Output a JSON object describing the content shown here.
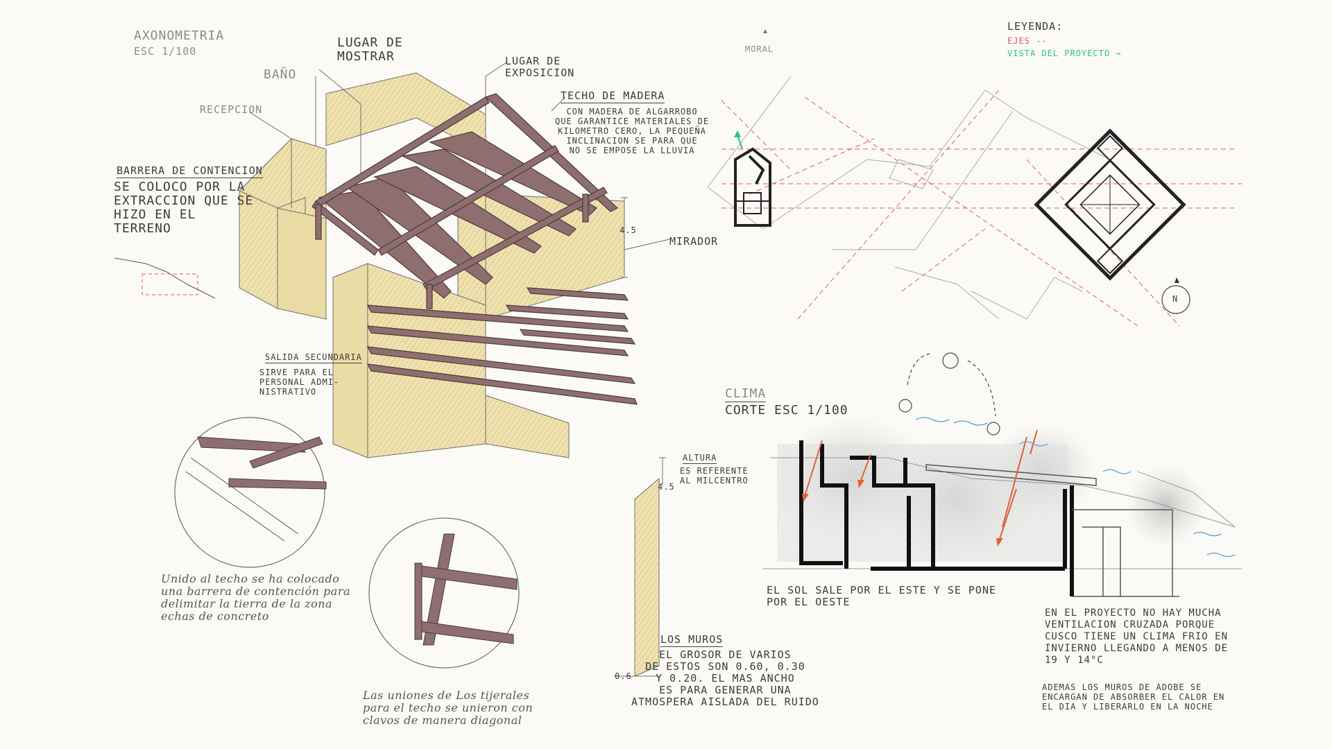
{
  "axonometry": {
    "title": "AXONOMETRIA",
    "scale": "ESC 1/100",
    "labels": {
      "bano": "BAÑO",
      "lugar_mostrar": "LUGAR DE\nMOSTRAR",
      "lugar_exposicion": "LUGAR DE\nEXPOSICION",
      "recepcion": "RECEPCION",
      "mirador": "MIRADOR",
      "height": "4.5"
    },
    "techo": {
      "title": "TECHO DE MADERA",
      "text": "CON MADERA DE ALGARROBO\nQUE GARANTICE MATERIALES DE\nKILOMETRO CERO, LA PEQUEÑA\nINCLINACION SE PARA QUE\nNO SE EMPOSE LA LLUVIA"
    },
    "barrera": {
      "title": "BARRERA DE CONTENCION",
      "text": "SE COLOCO POR LA\nEXTRACCION QUE SE\nHIZO EN EL\nTERRENO"
    },
    "salida": {
      "title": "SALIDA SECUNDARIA",
      "text": "SIRVE PARA EL\nPERSONAL ADMI-\nNISTRATIVO"
    }
  },
  "details": {
    "barrera_note": "Unido al techo se ha colocado\nuna barrera de contención para\ndelimitar la tierra de la zona\nechas de concreto",
    "uniones_note": "Las uniones de Los tijerales\npara el techo se unieron con\nclavos de manera diagonal"
  },
  "wall": {
    "altura_title": "ALTURA",
    "altura_text": "ES REFERENTE\nAL MILCENTRO",
    "height": "4.5",
    "thickness": "0.6",
    "muros_title": "LOS MUROS",
    "muros_text": "EL GROSOR DE VARIOS\nDE ESTOS SON 0.60, 0.30\nY 0.20. EL MAS ANCHO\nES PARA GENERAR UNA\nATMOSPERA AISLADA DEL RUIDO"
  },
  "site": {
    "moral_label": "MORAL",
    "legend_title": "LEYENDA:",
    "legend_ejes": "EJES --",
    "legend_vista": "VISTA DEL PROYECTO →",
    "north": "N",
    "colors": {
      "ejes": "#e05575",
      "vista": "#2fbf8f"
    }
  },
  "section": {
    "clima": "CLIMA",
    "title": "CORTE ESC 1/100",
    "sun_note": "EL SOL SALE POR EL ESTE Y SE PONE\nPOR EL OESTE",
    "vent_note": "EN EL PROYECTO NO HAY MUCHA\nVENTILACION CRUZADA PORQUE\nCUSCO TIENE UN CLIMA FRIO EN\nINVIERNO LLEGANDO A MENOS DE\n19 Y 14°C",
    "adobe_note": "ADEMAS LOS MUROS DE ADOBE SE\nENCARGAN DE ABSORBER EL CALOR EN\nEL DIA Y LIBERARLO EN LA NOCHE"
  }
}
